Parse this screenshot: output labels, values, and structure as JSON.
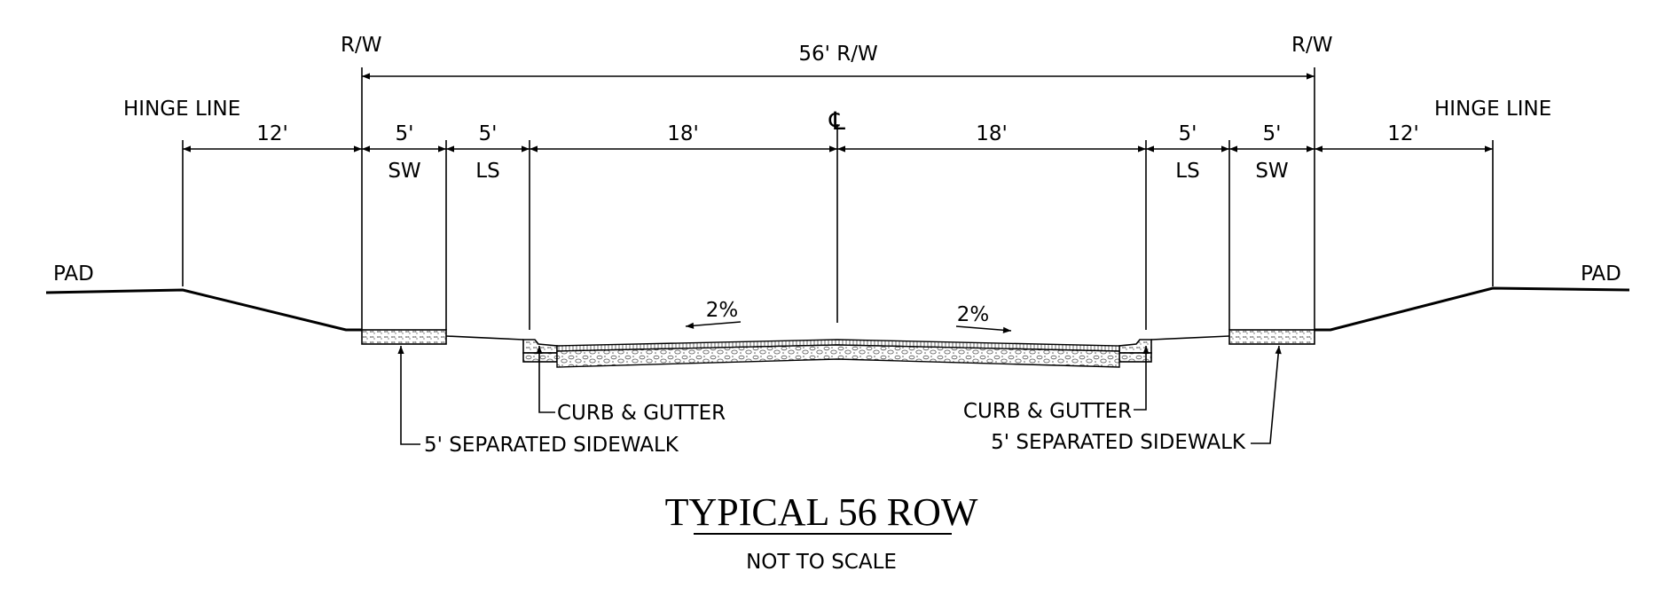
{
  "drawing": {
    "rw_left": "R/W",
    "rw_right": "R/W",
    "rw_width": "56' R/W",
    "hinge_left": "HINGE LINE",
    "hinge_right": "HINGE LINE",
    "pad_left": "PAD",
    "pad_right": "PAD",
    "centerline_symbol": "℄",
    "dims": {
      "hinge_left": "12'",
      "sw_left": "5'",
      "ls_left": "5'",
      "lane_left": "18'",
      "lane_right": "18'",
      "ls_right": "5'",
      "sw_right": "5'",
      "hinge_right": "12'"
    },
    "abbr": {
      "sw_left": "SW",
      "ls_left": "LS",
      "ls_right": "LS",
      "sw_right": "SW"
    },
    "slope_left": "2%",
    "slope_right": "2%",
    "callouts": {
      "curb_left": "CURB & GUTTER",
      "curb_right": "CURB & GUTTER",
      "sidewalk_left": "5' SEPARATED SIDEWALK",
      "sidewalk_right": "5' SEPARATED SIDEWALK"
    },
    "title": "TYPICAL 56 ROW",
    "subtitle": "NOT TO SCALE"
  }
}
